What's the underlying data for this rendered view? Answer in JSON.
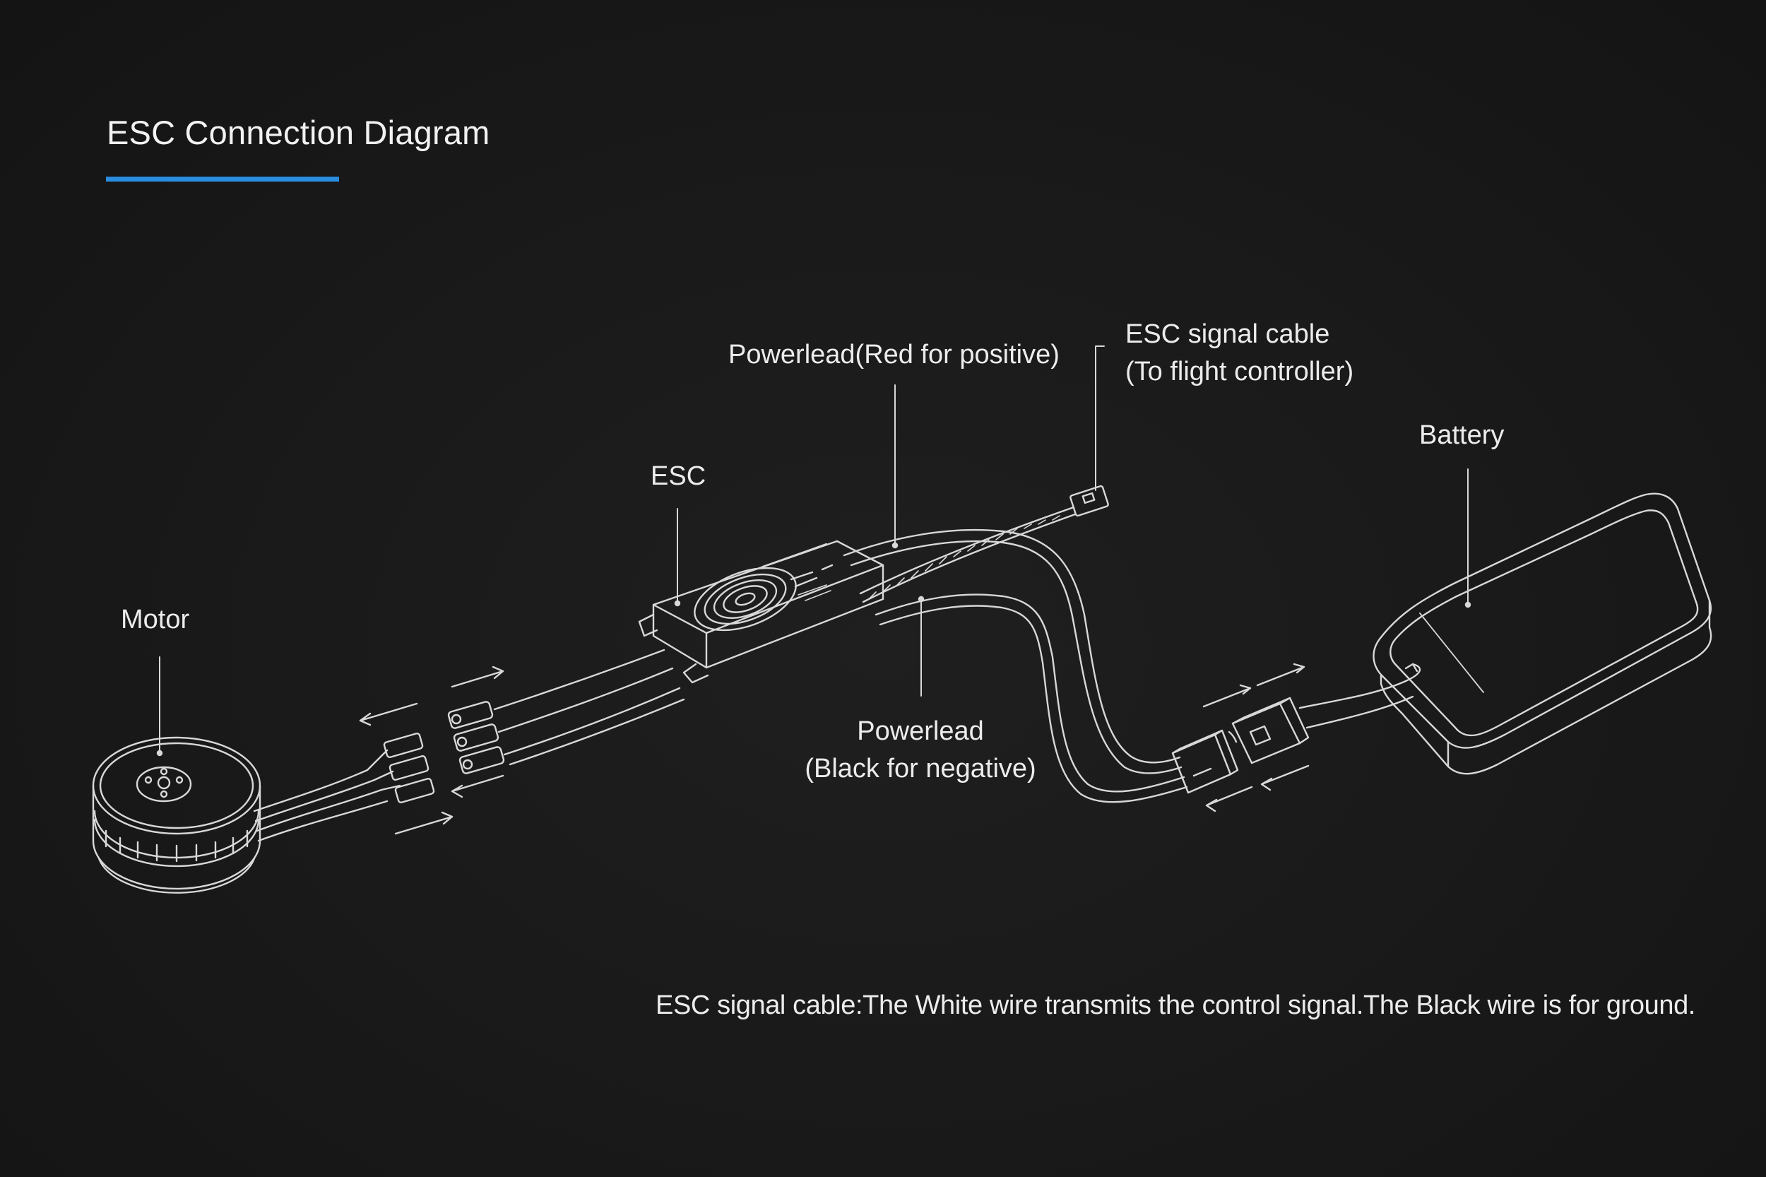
{
  "title": "ESC Connection Diagram",
  "accent_color": "#2a8de0",
  "labels": {
    "motor": "Motor",
    "esc": "ESC",
    "powerlead_positive": "Powerlead(Red for positive)",
    "signal_cable_line1": "ESC signal cable",
    "signal_cable_line2": "(To flight controller)",
    "battery": "Battery",
    "powerlead_negative_line1": "Powerlead",
    "powerlead_negative_line2": "(Black for negative)"
  },
  "note": "ESC signal cable:The White wire transmits the control signal.The Black wire is for ground."
}
